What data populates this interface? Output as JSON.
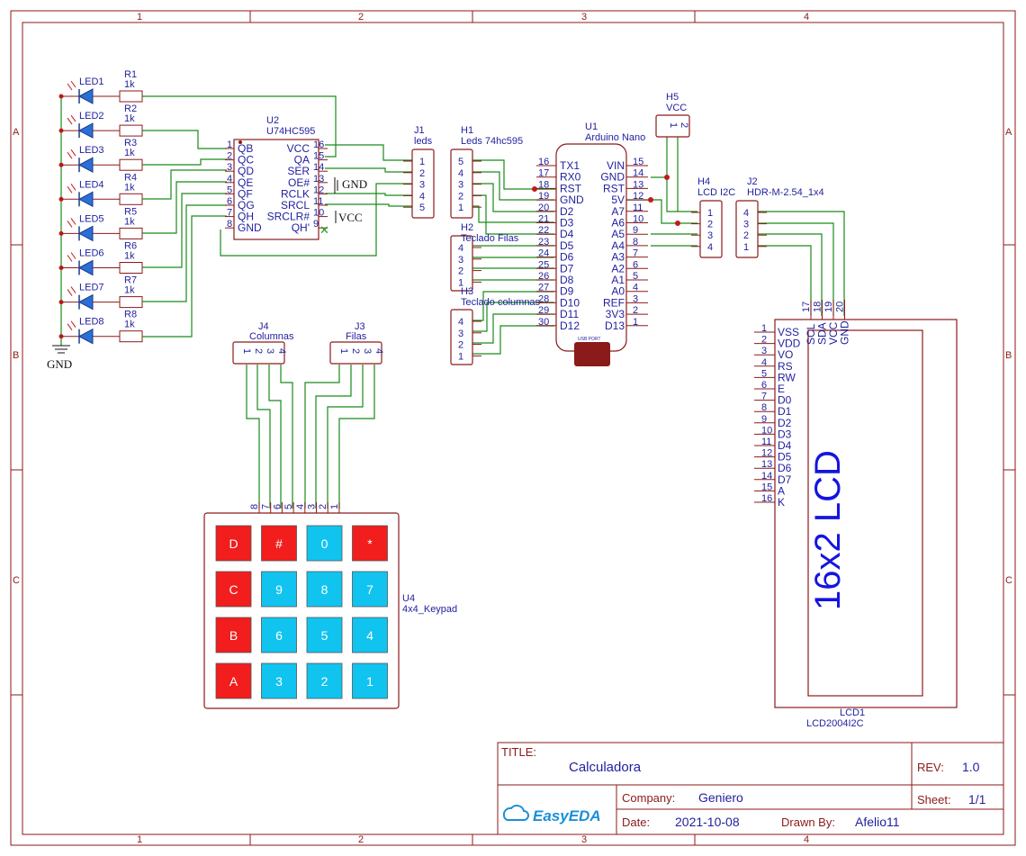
{
  "frame": {
    "cols": [
      "1",
      "2",
      "3",
      "4"
    ],
    "rows": [
      "A",
      "B",
      "C"
    ]
  },
  "leds": {
    "items": [
      {
        "led": "LED1",
        "res": "R1",
        "val": "1k"
      },
      {
        "led": "LED2",
        "res": "R2",
        "val": "1k"
      },
      {
        "led": "LED3",
        "res": "R3",
        "val": "1k"
      },
      {
        "led": "LED4",
        "res": "R4",
        "val": "1k"
      },
      {
        "led": "LED5",
        "res": "R5",
        "val": "1k"
      },
      {
        "led": "LED6",
        "res": "R6",
        "val": "1k"
      },
      {
        "led": "LED7",
        "res": "R7",
        "val": "1k"
      },
      {
        "led": "LED8",
        "res": "R8",
        "val": "1k"
      }
    ],
    "gnd": "GND"
  },
  "u2": {
    "ref": "U2",
    "name": "U74HC595",
    "left_nums": [
      "1",
      "2",
      "3",
      "4",
      "5",
      "6",
      "7",
      "8"
    ],
    "left_names": [
      "QB",
      "QC",
      "QD",
      "QE",
      "QF",
      "QG",
      "QH",
      "GND"
    ],
    "right_nums": [
      "16",
      "15",
      "14",
      "13",
      "12",
      "11",
      "10",
      "9"
    ],
    "right_names": [
      "VCC",
      "QA",
      "SER",
      "OE#",
      "RCLK",
      "SRCL",
      "SRCLR#",
      "QH'"
    ],
    "gnd": "GND",
    "vcc": "VCC"
  },
  "j1": {
    "ref": "J1",
    "name": "leds",
    "pins": [
      "1",
      "2",
      "3",
      "4",
      "5"
    ]
  },
  "h1": {
    "ref": "H1",
    "name": "Leds 74hc595",
    "pins": [
      "5",
      "4",
      "3",
      "2",
      "1"
    ]
  },
  "h2": {
    "ref": "H2",
    "name": "Teclado Filas",
    "pins": [
      "4",
      "3",
      "2",
      "1"
    ]
  },
  "h3": {
    "ref": "H3",
    "name": "Teclado columnas",
    "pins": [
      "4",
      "3",
      "2",
      "1"
    ]
  },
  "u1": {
    "ref": "U1",
    "name": "Arduino Nano",
    "left_nums": [
      "16",
      "17",
      "18",
      "19",
      "20",
      "21",
      "22",
      "23",
      "24",
      "25",
      "26",
      "27",
      "28",
      "29",
      "30"
    ],
    "left_names": [
      "TX1",
      "RX0",
      "RST",
      "GND",
      "D2",
      "D3",
      "D4",
      "D5",
      "D6",
      "D7",
      "D8",
      "D9",
      "D10",
      "D11",
      "D12"
    ],
    "right_nums": [
      "15",
      "14",
      "13",
      "12",
      "11",
      "10",
      "9",
      "8",
      "7",
      "6",
      "5",
      "4",
      "3",
      "2",
      "1"
    ],
    "right_names": [
      "VIN",
      "GND",
      "RST",
      "5V",
      "A7",
      "A6",
      "A5",
      "A4",
      "A3",
      "A2",
      "A1",
      "A0",
      "REF",
      "3V3",
      "D13"
    ],
    "usb": "USB PORT"
  },
  "h5": {
    "ref": "H5",
    "name": "VCC",
    "pins": [
      "1",
      "2"
    ]
  },
  "h4": {
    "ref": "H4",
    "name": "LCD I2C",
    "pins": [
      "1",
      "2",
      "3",
      "4"
    ]
  },
  "j2": {
    "ref": "J2",
    "name": "HDR-M-2.54_1x4",
    "pins": [
      "4",
      "3",
      "2",
      "1"
    ]
  },
  "j4": {
    "ref": "J4",
    "name": "Columnas",
    "pins": [
      "1",
      "2",
      "3",
      "4"
    ]
  },
  "j3": {
    "ref": "J3",
    "name": "Filas",
    "pins": [
      "1",
      "2",
      "3",
      "4"
    ]
  },
  "lcd": {
    "ref": "LCD1",
    "name": "LCD2004I2C",
    "text": "16x2 LCD",
    "top_nums": [
      "17",
      "18",
      "19",
      "20"
    ],
    "top_names": [
      "SCL",
      "SDA",
      "VCC",
      "GND"
    ],
    "left_nums": [
      "1",
      "2",
      "3",
      "4",
      "5",
      "6",
      "7",
      "8",
      "9",
      "10",
      "11",
      "12",
      "13",
      "14",
      "15",
      "16"
    ],
    "left_names": [
      "VSS",
      "VDD",
      "VO",
      "RS",
      "RW",
      "E",
      "D0",
      "D1",
      "D2",
      "D3",
      "D4",
      "D5",
      "D6",
      "D7",
      "A",
      "K"
    ]
  },
  "keypad": {
    "ref": "U4",
    "name": "4x4_Keypad",
    "pins": [
      "8",
      "7",
      "6",
      "5",
      "4",
      "3",
      "2",
      "1"
    ],
    "keys": [
      [
        "D",
        "#",
        "0",
        "*"
      ],
      [
        "C",
        "9",
        "8",
        "7"
      ],
      [
        "B",
        "6",
        "5",
        "4"
      ],
      [
        "A",
        "3",
        "2",
        "1"
      ]
    ],
    "colors": {
      "red": "#f21d1d",
      "blue": "#10c4ef"
    }
  },
  "title_block": {
    "title_label": "TITLE:",
    "title": "Calculadora",
    "rev_label": "REV:",
    "rev": "1.0",
    "company_label": "Company:",
    "company": "Geniero",
    "sheet_label": "Sheet:",
    "sheet": "1/1",
    "date_label": "Date:",
    "date": "2021-10-08",
    "drawn_label": "Drawn By:",
    "drawn": "Afelio11",
    "logo": "EasyEDA"
  }
}
